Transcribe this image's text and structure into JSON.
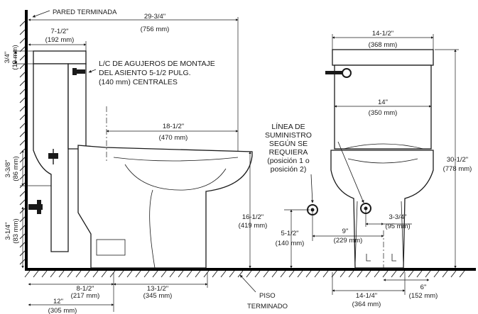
{
  "labels": {
    "finished_wall": "PARED TERMINADA",
    "finished_floor_1": "PISO",
    "finished_floor_2": "TERMINADO",
    "seat_holes_1": "L/C DE AGUJEROS DE MONTAJE",
    "seat_holes_2": "DEL ASIENTO 5-1/2 PULG.",
    "seat_holes_3": "(140 mm) CENTRALES",
    "supply_1": "LÍNEA DE",
    "supply_2": "SUMINISTRO",
    "supply_3": "SEGÚN SE",
    "supply_4": "REQUIERA",
    "supply_5": "(posición 1 o",
    "supply_6": "posición 2)"
  },
  "dimensions": {
    "overall_length": {
      "in": "29-3/4\"",
      "mm": "(756 mm)"
    },
    "tank_depth": {
      "in": "7-1/2\"",
      "mm": "(192 mm)"
    },
    "lid_thickness": {
      "in": "3/4\"",
      "mm": "(19 mm)"
    },
    "holes_to_bowl": {
      "in": "18-1/2\"",
      "mm": "(470 mm)"
    },
    "side_3_3_8": {
      "in": "3-3/8\"",
      "mm": "(86 mm)"
    },
    "side_3_1_4": {
      "in": "3-1/4\"",
      "mm": "(83 mm)"
    },
    "rim_height": {
      "in": "16-1/2\"",
      "mm": "(419 mm)"
    },
    "base_8_1_2": {
      "in": "8-1/2\"",
      "mm": "(217 mm)"
    },
    "base_13_1_2": {
      "in": "13-1/2\"",
      "mm": "(345 mm)"
    },
    "rough_in": {
      "in": "12\"",
      "mm": "(305 mm)"
    },
    "tank_width": {
      "in": "14-1/2\"",
      "mm": "(368 mm)"
    },
    "bowl_width": {
      "in": "14\"",
      "mm": "(350 mm)"
    },
    "overall_height": {
      "in": "30-1/2\"",
      "mm": "(778 mm)"
    },
    "supply_height": {
      "in": "5-1/2\"",
      "mm": "(140 mm)"
    },
    "supply_offset_9": {
      "in": "9\"",
      "mm": "(229 mm)"
    },
    "supply_offset_3_3_4": {
      "in": "3-3/4\"",
      "mm": "(95 mm)"
    },
    "base_width": {
      "in": "14-1/4\"",
      "mm": "(364 mm)"
    },
    "bolt_spacing": {
      "in": "6\"",
      "mm": "(152 mm)"
    }
  }
}
